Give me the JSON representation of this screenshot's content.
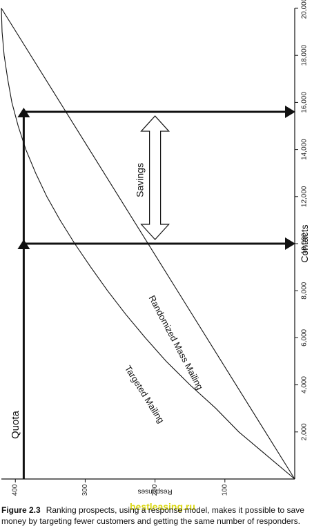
{
  "chart_data": {
    "type": "line",
    "xlabel": "Contacts",
    "ylabel": "Responses",
    "x_ticks": [
      "2,000",
      "4,000",
      "6,000",
      "8,000",
      "10,000",
      "12,000",
      "14,000",
      "16,000",
      "18,000",
      "20,000"
    ],
    "y_ticks": [
      "100",
      "200",
      "300",
      "400"
    ],
    "xlim": [
      0,
      20000
    ],
    "ylim": [
      0,
      420
    ],
    "series": [
      {
        "name": "Randomized Mass Mailing",
        "x": [
          0,
          20000
        ],
        "y": [
          0,
          420
        ]
      },
      {
        "name": "Targeted Mailing",
        "x": [
          0,
          1000,
          2000,
          3000,
          4000,
          5000,
          6000,
          7000,
          8000,
          9000,
          10000,
          11000,
          12000,
          13000,
          14000,
          15000,
          16000,
          17000,
          18000,
          19000,
          20000
        ],
        "y": [
          0,
          40,
          80,
          113,
          150,
          184,
          214,
          242,
          268,
          292,
          315,
          336,
          355,
          371,
          385,
          396,
          405,
          411,
          416,
          419,
          420
        ]
      }
    ],
    "quota": {
      "label": "Quota",
      "responses": 388
    },
    "quota_markers_contacts": [
      10000,
      15600
    ],
    "savings": {
      "label": "Savings",
      "from": 10000,
      "to": 15600
    },
    "grid": false,
    "orientation": "rotated 90 degrees (contacts axis vertical on right, responses axis horizontal at bottom)"
  },
  "caption": {
    "label": "Figure 2.3",
    "text": "Ranking prospects, using a response model, makes it possible to save money by targeting fewer customers and getting the same number of responders."
  },
  "watermark": "bestleasing.ru",
  "colors": {
    "ink": "#111111",
    "watermark": "#d8d400"
  }
}
